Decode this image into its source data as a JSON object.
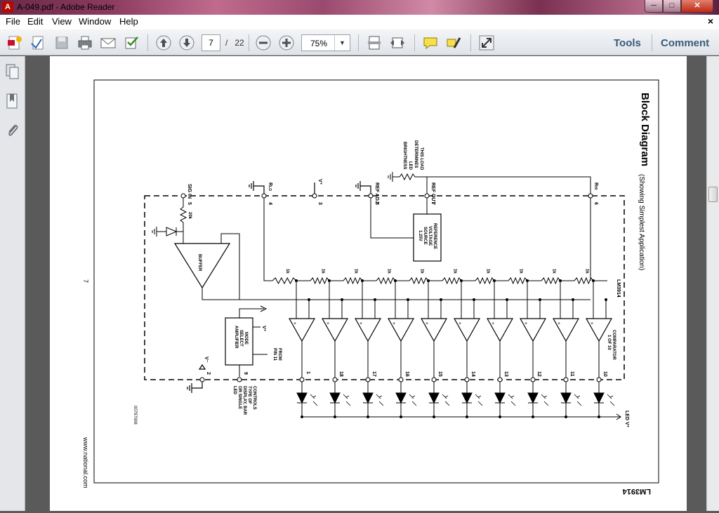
{
  "window": {
    "title": "A-049.pdf - Adobe Reader",
    "app_icon_glyph": "A",
    "controls": {
      "minimize": "─",
      "maximize": "□",
      "close": "✕"
    }
  },
  "menu": {
    "items": [
      "File",
      "Edit",
      "View",
      "Window",
      "Help"
    ],
    "doc_close": "×"
  },
  "toolbar": {
    "page_current": "7",
    "page_separator": "/",
    "page_total": "22",
    "zoom": "75%",
    "tools_label": "Tools",
    "comment_label": "Comment",
    "icons": [
      "create-pdf-icon",
      "edit-icon",
      "save-icon",
      "print-icon",
      "email-icon",
      "sign-icon",
      "page-up-icon",
      "page-down-icon",
      "zoom-out-icon",
      "zoom-in-icon",
      "fit-page-icon",
      "fit-width-icon",
      "sticky-note-icon",
      "highlight-icon",
      "fullscreen-icon"
    ]
  },
  "sidebar": {
    "icons": [
      "pages-icon",
      "bookmarks-icon",
      "attachments-icon"
    ]
  },
  "document": {
    "heading": "Block Diagram",
    "subheading": "(Showing Simplest Application)",
    "footer_part": "LM3914",
    "footer_url": "www.national.com",
    "page_number": "7",
    "figure_code": "00797008",
    "chip_label": "LM3914",
    "labels": {
      "sig_in": "SIG IN",
      "rlo": "R",
      "rlo_sub": "LO",
      "vplus": "V⁺",
      "ref_adj": "REF ADJ",
      "ref_out": "REF OUT",
      "rhi": "R",
      "rhi_sub": "HI",
      "load_note": [
        "THIS LOAD",
        "DETERMINES",
        "LED",
        "BRIGHTNESS"
      ],
      "ref_source": [
        "REFERENCE",
        "VOLTAGE",
        "SOURCE",
        "1.25V"
      ],
      "buffer": "BUFFER",
      "r20k": "20k",
      "res_1k": "1k",
      "comparator": [
        "COMPARATOR",
        "1 OF 10"
      ],
      "mode_select": [
        "MODE",
        "SELECT",
        "AMPLIFIER"
      ],
      "from_pin": [
        "FROM",
        "PIN 11"
      ],
      "vminus": "V⁻",
      "controls_note": [
        "CONTROLS",
        "TYPE OF",
        "DISPLAY, BAR",
        "OR SINGLE",
        "LED"
      ],
      "led_v": "LED V⁺"
    },
    "pins": {
      "sig_in": "5",
      "rlo": "4",
      "vplus": "3",
      "ref_adj": "8",
      "ref_out": "7",
      "rhi": "6",
      "vminus": "2",
      "mode": "9"
    },
    "output_pins": [
      "1",
      "18",
      "17",
      "16",
      "15",
      "14",
      "13",
      "12",
      "11",
      "10"
    ]
  }
}
